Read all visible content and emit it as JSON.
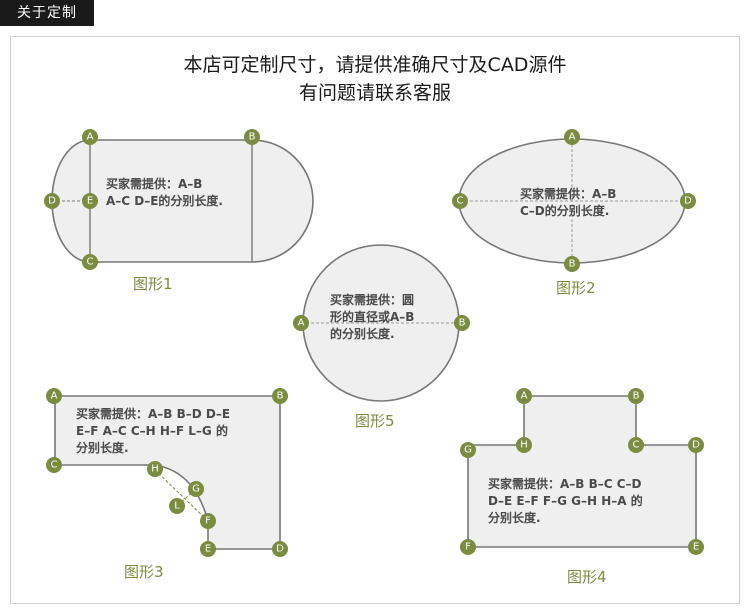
{
  "tag": "关于定制",
  "heading": {
    "line1": "本店可定制尺寸，请提供准确尺寸及CAD源件",
    "line2": "有问题请联系客服"
  },
  "colors": {
    "shape_fill": "#efefef",
    "shape_stroke": "#777777",
    "marker": "#7b8b3f",
    "caption": "#7b8b3f"
  },
  "shapes": [
    {
      "caption": "图形1",
      "desc": [
        "买家需提供：A–B",
        "A–C D–E的分别长度."
      ],
      "points": [
        "A",
        "B",
        "C",
        "D",
        "E"
      ]
    },
    {
      "caption": "图形2",
      "desc": [
        "买家需提供：A–B",
        "C–D的分别长度."
      ],
      "points": [
        "A",
        "B",
        "C",
        "D"
      ]
    },
    {
      "caption": "图形5",
      "desc": [
        "买家需提供：圆",
        "形的直径或A–B",
        "的分别长度."
      ],
      "points": [
        "A",
        "B"
      ]
    },
    {
      "caption": "图形3",
      "desc": [
        "买家需提供：A–B B–D D–E",
        "E–F A–C C–H H–F L–G 的",
        "分别长度."
      ],
      "points": [
        "A",
        "B",
        "C",
        "D",
        "E",
        "F",
        "G",
        "H",
        "L"
      ]
    },
    {
      "caption": "图形4",
      "desc": [
        "买家需提供：A–B B–C C–D",
        "D–E E–F F–G G–H H–A 的",
        "分别长度."
      ],
      "points": [
        "A",
        "B",
        "C",
        "D",
        "E",
        "F",
        "G",
        "H"
      ]
    }
  ]
}
